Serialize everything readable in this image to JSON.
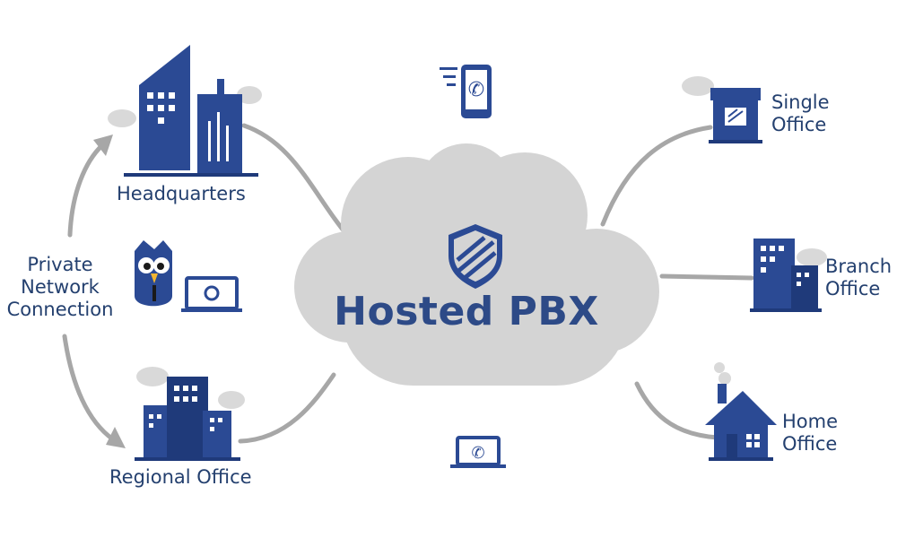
{
  "center": {
    "title": "Hosted PBX",
    "icon": "shield-icon"
  },
  "left_nodes": {
    "headquarters": "Headquarters",
    "regional": "Regional Office",
    "private_network": [
      "Private",
      "Network",
      "Connection"
    ]
  },
  "right_nodes": {
    "single": [
      "Single",
      "Office"
    ],
    "branch": [
      "Branch",
      "Office"
    ],
    "home": [
      "Home",
      "Office"
    ]
  },
  "devices": [
    "mobile-phone-icon",
    "laptop-phone-icon",
    "owl-mascot-icon",
    "laptop-icon"
  ],
  "colors": {
    "brand_blue": "#2b4a94",
    "dark_blue": "#1f3a7a",
    "cloud_gray": "#d4d4d4",
    "line_gray": "#a7a7a7",
    "text": "#24406f"
  }
}
